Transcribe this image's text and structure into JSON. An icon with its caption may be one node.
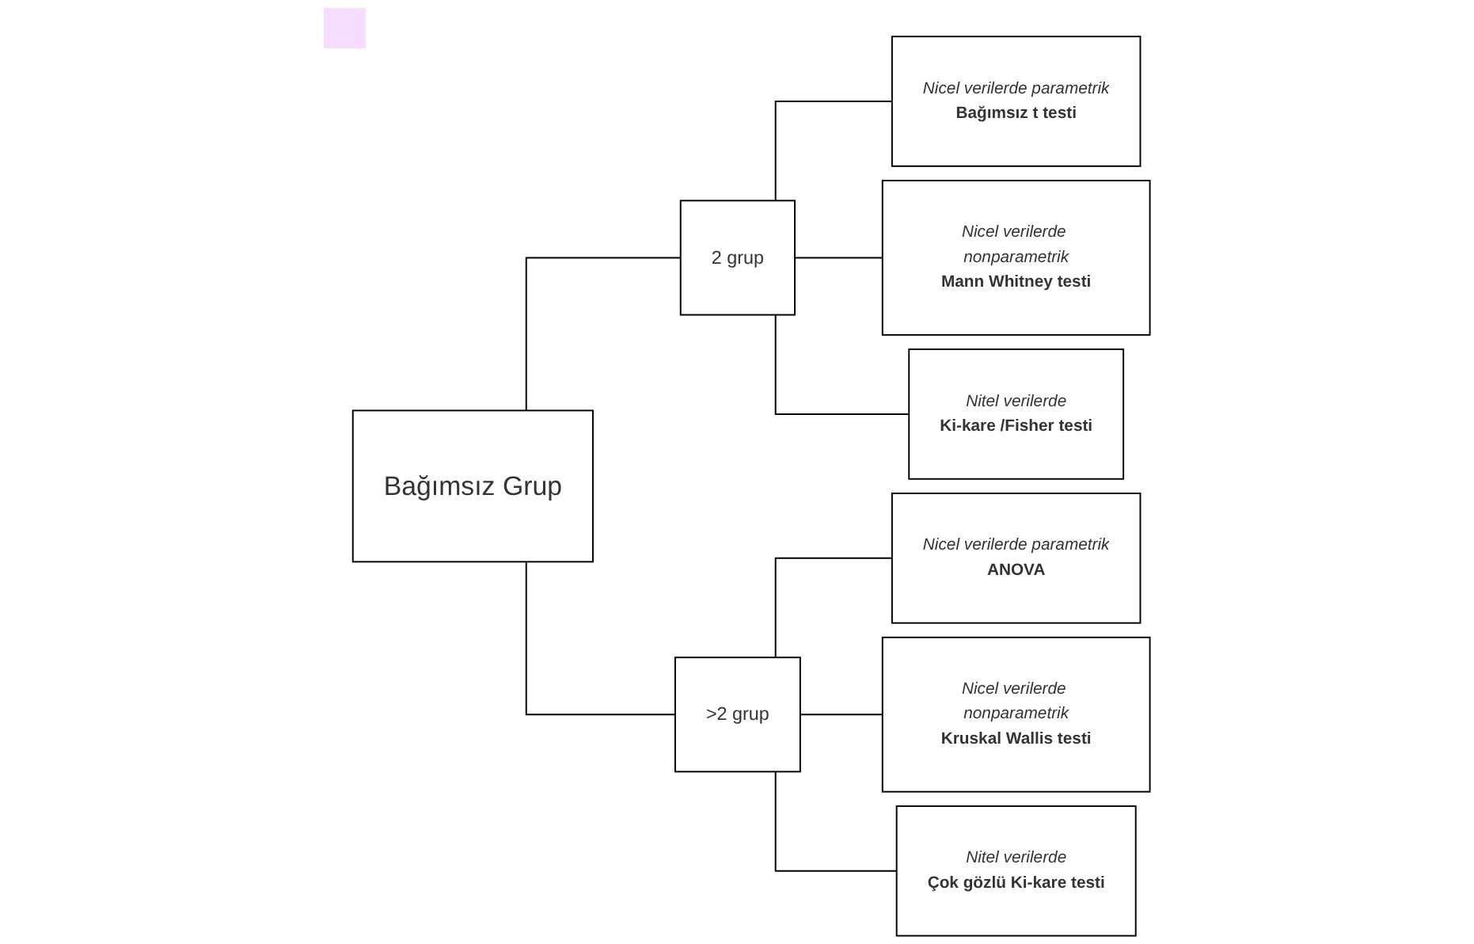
{
  "diagram": {
    "nodes": [
      {
        "text": [
          "Bağımsız Grup"
        ]
      },
      {
        "text": [
          "2 grup"
        ]
      },
      {
        "text": [
          ">2 grup"
        ]
      },
      {
        "text": [
          "Nicel verilerde parametrik",
          "Bağımsız t testi"
        ]
      },
      {
        "text": [
          "Nicel verilerde nonparametrik",
          "Mann Whitney testi"
        ]
      },
      {
        "text": [
          "Nitel verilerde",
          "Ki-kare /Fisher  testi"
        ]
      },
      {
        "text": [
          "Nicel verilerde parametrik",
          "ANOVA"
        ]
      },
      {
        "text": [
          "Nicel verilerde nonparametrik",
          "Kruskal Wallis testi"
        ]
      },
      {
        "text": [
          "Nitel verilerde",
          "Çok gözlü Ki-kare testi"
        ]
      }
    ],
    "edges": [
      {
        "from": 0,
        "to": 1,
        "arrow": "none"
      },
      {
        "from": 0,
        "to": 2,
        "arrow": "none"
      },
      {
        "from": 1,
        "to": 3,
        "arrow": "none"
      },
      {
        "from": 1,
        "to": 4,
        "arrow": "none"
      },
      {
        "from": 1,
        "to": 5,
        "arrow": "none"
      },
      {
        "from": 2,
        "to": 6,
        "arrow": "none"
      },
      {
        "from": 2,
        "to": 7,
        "arrow": "none"
      },
      {
        "from": 2,
        "to": 8,
        "arrow": "none"
      }
    ]
  }
}
